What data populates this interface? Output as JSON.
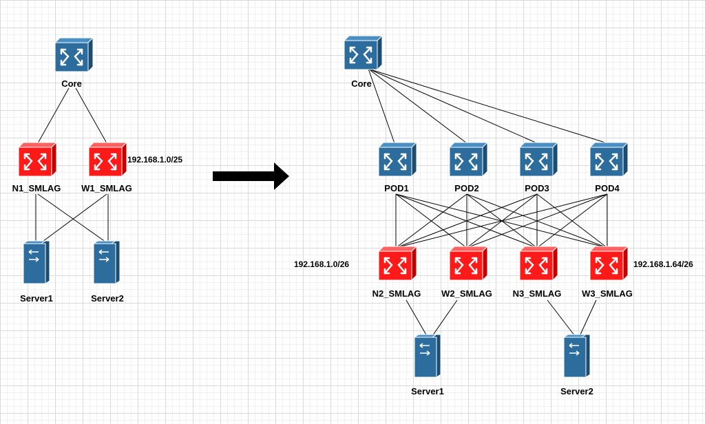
{
  "colors": {
    "switch_blue": "#2c6d9e",
    "switch_red": "#ff1a1a",
    "server_blue": "#2c6d9e",
    "link": "#000000",
    "arrow": "#000000"
  },
  "left": {
    "core_label": "Core",
    "n1_label": "N1_SMLAG",
    "w1_label": "W1_SMLAG",
    "w1_ip": "192.168.1.0/25",
    "server1_label": "Server1",
    "server2_label": "Server2"
  },
  "right": {
    "core_label": "Core",
    "pods": [
      "POD1",
      "POD2",
      "POD3",
      "POD4"
    ],
    "smlags": [
      "N2_SMLAG",
      "W2_SMLAG",
      "N3_SMLAG",
      "W3_SMLAG"
    ],
    "n2_ip": "192.168.1.0/26",
    "w3_ip": "192.168.1.64/26",
    "server1_label": "Server1",
    "server2_label": "Server2"
  },
  "icons": {
    "switch": "switch-icon",
    "server": "server-icon",
    "arrow": "arrow-right-icon"
  }
}
